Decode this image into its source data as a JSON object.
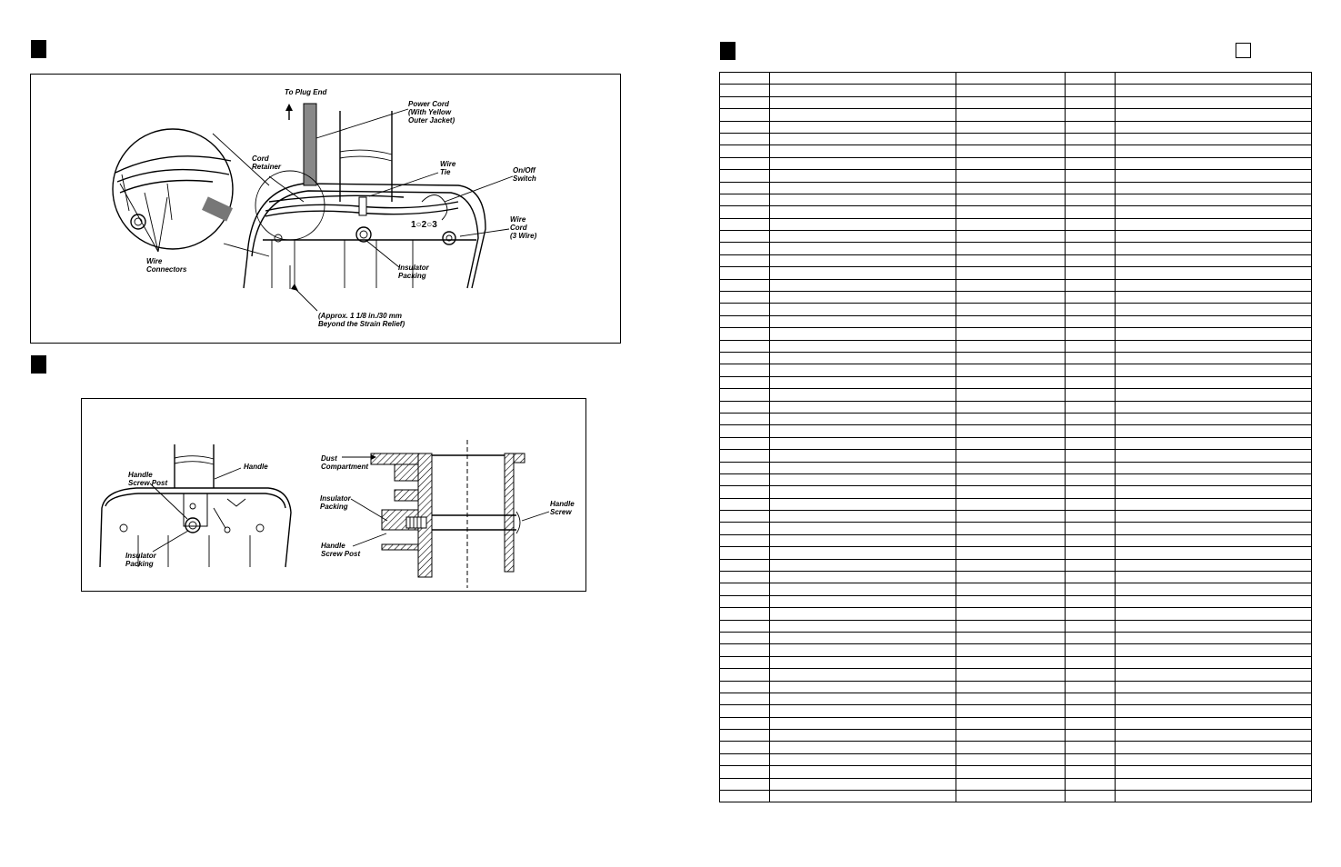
{
  "figure_top": {
    "labels": {
      "to_plug_end": "To Plug End",
      "power_cord": [
        "Power Cord",
        "(With Yellow",
        "Outer Jacket)"
      ],
      "cord_retainer": [
        "Cord",
        "Retainer"
      ],
      "wire_tie": [
        "Wire",
        "Tie"
      ],
      "on_off_switch": [
        "On/Off",
        "Switch"
      ],
      "wire_cord": [
        "Wire",
        "Cord",
        "(3 Wire)"
      ],
      "wire_connectors": [
        "Wire",
        "Connectors"
      ],
      "insulator_packing": [
        "Insulator",
        "Packing"
      ],
      "approx": [
        "(Approx. 1 1/8 in./30 mm",
        "Beyond the Strain Relief)"
      ],
      "terminal_numbers": "1○2○3"
    }
  },
  "figure_bottom": {
    "labels": {
      "handle": "Handle",
      "handle_screw_post": [
        "Handle",
        "Screw Post"
      ],
      "insulator_packing": [
        "Insulator",
        "Packing"
      ],
      "dust_compartment": [
        "Dust",
        "Compartment"
      ],
      "insulator_packing_2": [
        "Insulator",
        "Packing"
      ],
      "handle_screw_post_2": [
        "Handle",
        "Screw Post"
      ],
      "handle_screw": [
        "Handle",
        "Screw"
      ]
    }
  },
  "parts_table": {
    "columns": 5,
    "row_count": 60
  }
}
